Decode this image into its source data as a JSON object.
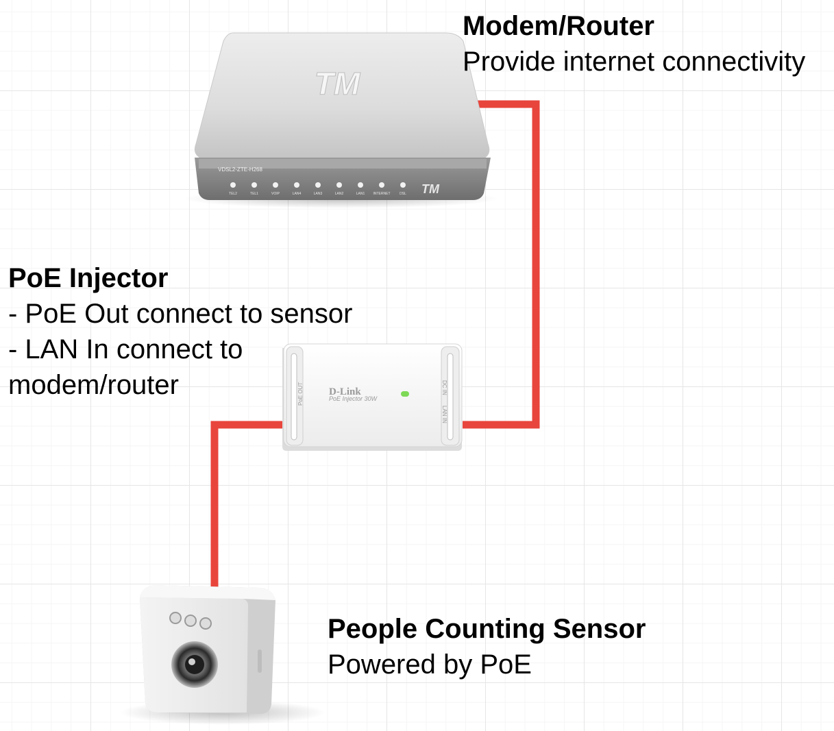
{
  "colors": {
    "cable": "#e8453c",
    "device_body": "#d6d6d6",
    "device_dark": "#8c8c8c",
    "status_led": "#7ed957"
  },
  "modem": {
    "title": "Modem/Router",
    "description": "Provide internet connectivity",
    "brand": "TM",
    "model": "VDSL2-ZTE-H268",
    "ports": [
      "TEL2",
      "TEL1",
      "VOIP",
      "LAN4",
      "LAN3",
      "LAN2",
      "LAN1",
      "INTERNET",
      "DSL"
    ]
  },
  "poe_injector": {
    "title": "PoE Injector",
    "lines": [
      "- PoE Out connect to sensor",
      "- LAN In connect to",
      "modem/router"
    ],
    "brand": "D-Link",
    "model": "PoE Injector 30W",
    "port_out": "PoE OUT",
    "port_in_top": "DC IN",
    "port_in_bottom": "LAN IN"
  },
  "sensor": {
    "title": "People Counting Sensor",
    "description": "Powered by PoE"
  }
}
